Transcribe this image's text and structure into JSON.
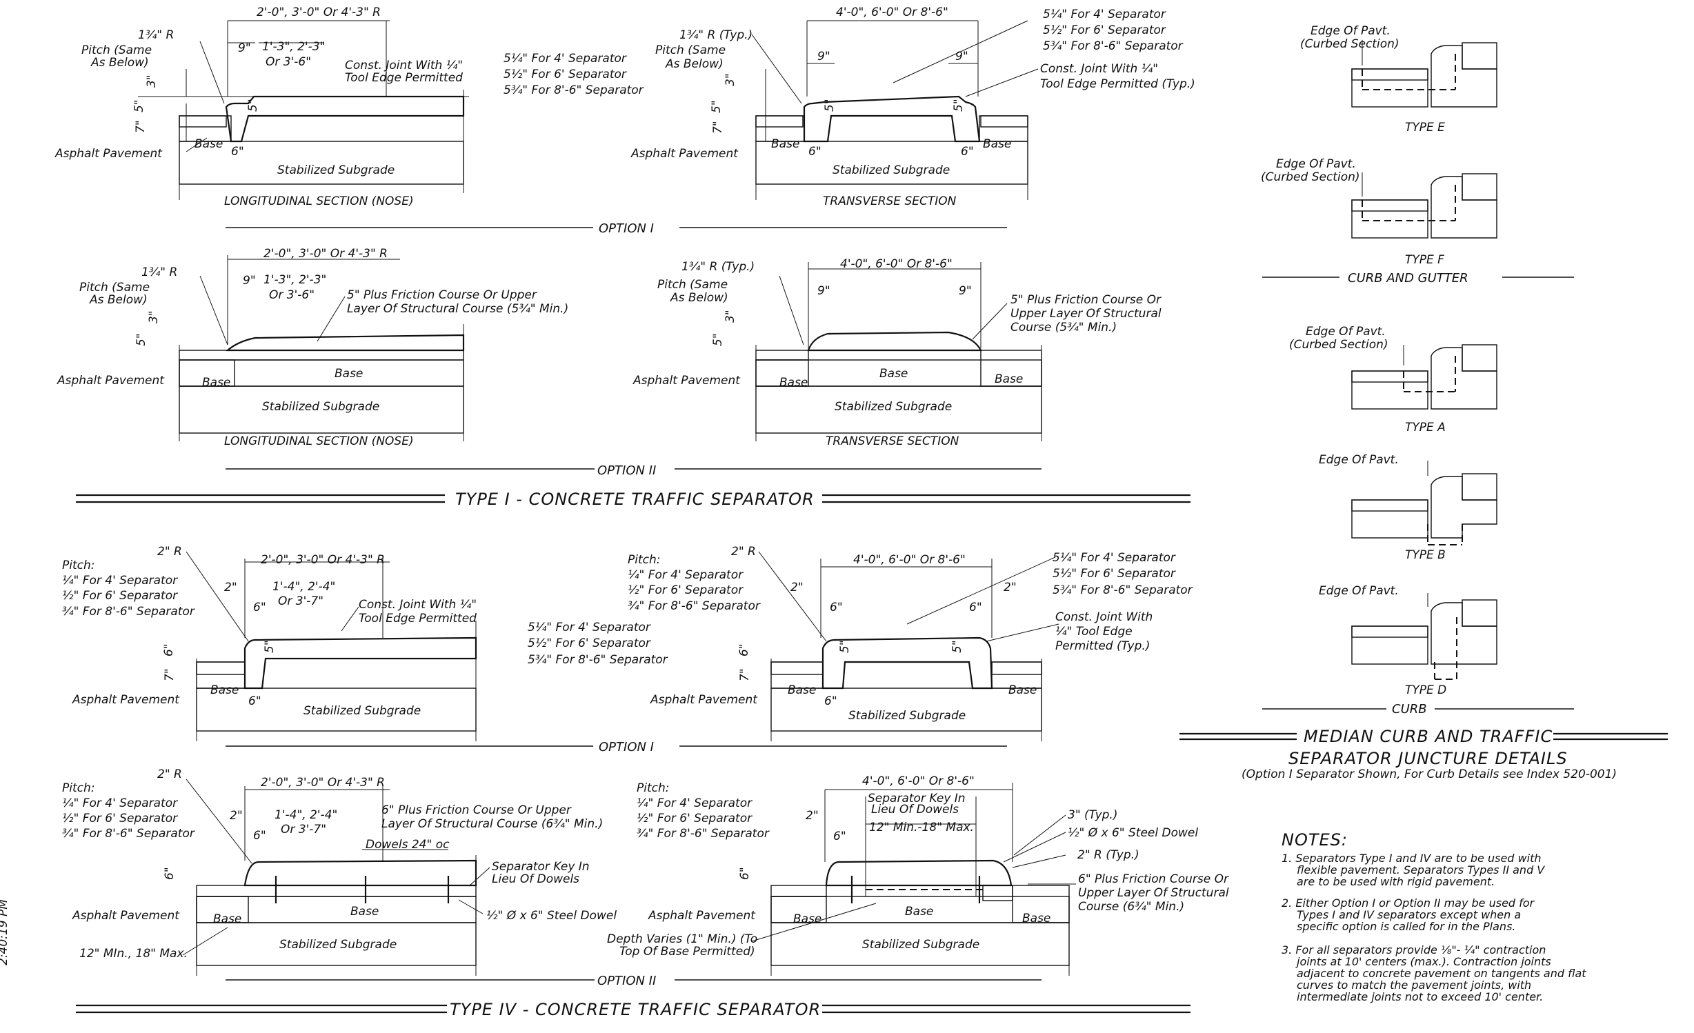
{
  "type1": {
    "opt1": {
      "long": {
        "dim_top": "2'-0\", 3'-0\" Or 4'-3\" R",
        "r": "1¾\" R",
        "pitch": "Pitch (Same",
        "pitch2": "As Below)",
        "d9": "9\"",
        "d13": "1'-3\", 2'-3\"",
        "d13b": "Or 3'-6\"",
        "joint": "Const. Joint With ¼\"",
        "joint2": "Tool Edge Permitted",
        "sep1": "5¼\" For 4' Separator",
        "sep2": "5½\" For 6' Separator",
        "sep3": "5¾\" For 8'-6\" Separator",
        "d3": "3\"",
        "d5": "5\"",
        "d7": "7\"",
        "d5v": "5\"",
        "base": "Base",
        "d6": "6\"",
        "asphalt": "Asphalt Pavement",
        "subgrade": "Stabilized Subgrade",
        "caption": "LONGITUDINAL SECTION (NOSE)"
      },
      "trans": {
        "dim_top": "4'-0\", 6'-0\" Or 8'-6\"",
        "r": "1¾\" R (Typ.)",
        "pitch": "Pitch (Same",
        "pitch2": "As Below)",
        "d9": "9\"",
        "d9b": "9\"",
        "sep1": "5¼\" For 4' Separator",
        "sep2": "5½\" For 6' Separator",
        "sep3": "5¾\" For 8'-6\" Separator",
        "joint": "Const. Joint With ¼\"",
        "joint2": "Tool Edge Permitted (Typ.)",
        "d3": "3\"",
        "d5": "5\"",
        "d7": "7\"",
        "d5v": "5\"",
        "d5v2": "5\"",
        "base": "Base",
        "base2": "Base",
        "d6": "6\"",
        "d6b": "6\"",
        "asphalt": "Asphalt Pavement",
        "subgrade": "Stabilized Subgrade",
        "caption": "TRANSVERSE SECTION"
      },
      "option": "OPTION I"
    },
    "opt2": {
      "long": {
        "dim_top": "2'-0\", 3'-0\" Or 4'-3\" R",
        "r": "1¾\" R",
        "pitch": "Pitch (Same",
        "pitch2": "As Below)",
        "d9": "9\"",
        "d13": "1'-3\", 2'-3\"",
        "d13b": "Or 3'-6\"",
        "fc": "5\" Plus Friction Course Or Upper",
        "fc2": "Layer Of Structural Course (5¾\" Min.)",
        "d3": "3\"",
        "d5": "5\"",
        "base": "Base",
        "base2": "Base",
        "asphalt": "Asphalt Pavement",
        "subgrade": "Stabilized Subgrade",
        "caption": "LONGITUDINAL SECTION (NOSE)"
      },
      "trans": {
        "dim_top": "4'-0\", 6'-0\" Or 8'-6\"",
        "r": "1¾\" R (Typ.)",
        "pitch": "Pitch (Same",
        "pitch2": "As Below)",
        "d9": "9\"",
        "d9b": "9\"",
        "fc": "5\" Plus Friction Course Or",
        "fc2": "Upper Layer Of Structural",
        "fc3": "Course (5¾\" Min.)",
        "d3": "3\"",
        "d5": "5\"",
        "base": "Base",
        "base2": "Base",
        "base3": "Base",
        "asphalt": "Asphalt Pavement",
        "subgrade": "Stabilized Subgrade",
        "caption": "TRANSVERSE SECTION"
      },
      "option": "OPTION II"
    },
    "title": "TYPE I - CONCRETE TRAFFIC SEPARATOR"
  },
  "type4": {
    "opt1": {
      "long": {
        "r": "2\" R",
        "pitch": "Pitch:",
        "p1": "¼\" For 4' Separator",
        "p2": "½\" For 6' Separator",
        "p3": "¾\" For 8'-6\" Separator",
        "dim_top": "2'-0\", 3'-0\" Or 4'-3\" R",
        "d2": "2\"",
        "d6": "6\"",
        "d14": "1'-4\", 2'-4\"",
        "d14b": "Or 3'-7\"",
        "joint": "Const. Joint With ¼\"",
        "joint2": "Tool Edge Permitted",
        "sep1": "5¼\" For 4' Separator",
        "sep2": "5½\" For 6' Separator",
        "sep3": "5¾\" For 8'-6\" Separator",
        "d6v": "6\"",
        "d7": "7\"",
        "d5v": "5\"",
        "base": "Base",
        "d6b": "6\"",
        "asphalt": "Asphalt Pavement",
        "subgrade": "Stabilized Subgrade"
      },
      "trans": {
        "r": "2\" R",
        "pitch": "Pitch:",
        "p1": "¼\" For 4' Separator",
        "p2": "½\" For 6' Separator",
        "p3": "¾\" For 8'-6\" Separator",
        "dim_top": "4'-0\", 6'-0\" Or 8'-6\"",
        "d2": "2\"",
        "d2b": "2\"",
        "d6": "6\"",
        "d6b": "6\"",
        "sep1": "5¼\" For 4' Separator",
        "sep2": "5½\" For 6' Separator",
        "sep3": "5¾\" For 8'-6\" Separator",
        "joint": "Const. Joint With",
        "joint2": "¼\" Tool Edge",
        "joint3": "Permitted (Typ.)",
        "d6v": "6\"",
        "d7": "7\"",
        "d5v": "5\"",
        "d5v2": "5\"",
        "base": "Base",
        "base2": "Base",
        "d6c": "6\"",
        "asphalt": "Asphalt Pavement",
        "subgrade": "Stabilized Subgrade"
      },
      "option": "OPTION I"
    },
    "opt2": {
      "long": {
        "r": "2\" R",
        "pitch": "Pitch:",
        "p1": "¼\" For 4' Separator",
        "p2": "½\" For 6' Separator",
        "p3": "¾\" For 8'-6\" Separator",
        "dim_top": "2'-0\", 3'-0\" Or 4'-3\" R",
        "d2": "2\"",
        "d6": "6\"",
        "d14": "1'-4\", 2'-4\"",
        "d14b": "Or 3'-7\"",
        "fc": "6\" Plus Friction Course Or Upper",
        "fc2": "Layer Of Structural Course (6¾\" Min.)",
        "dowels": "Dowels 24\" oc",
        "key": "Separator Key In",
        "key2": "Lieu Of Dowels",
        "d6v": "6\"",
        "base": "Base",
        "base2": "Base",
        "dowel": "½\" Ø x 6\" Steel Dowel",
        "asphalt": "Asphalt Pavement",
        "min": "12\" MIn., 18\" Max.",
        "subgrade": "Stabilized Subgrade"
      },
      "trans": {
        "pitch": "Pitch:",
        "p1": "¼\" For 4' Separator",
        "p2": "½\" For 6' Separator",
        "p3": "¾\" For 8'-6\" Separator",
        "dim_top": "4'-0\", 6'-0\" Or 8'-6\"",
        "key": "Separator Key In",
        "key2": "Lieu Of Dowels",
        "min": "12\" Min.-18\" Max.",
        "typ3": "3\" (Typ.)",
        "dowel": "½\" Ø x 6\" Steel Dowel",
        "r": "2\" R (Typ.)",
        "fc": "6\" Plus Friction Course Or",
        "fc2": "Upper Layer Of Structural",
        "fc3": "Course (6¾\" Min.)",
        "d2": "2\"",
        "d6": "6\"",
        "d6v": "6\"",
        "base": "Base",
        "base2": "Base",
        "base3": "Base",
        "asphalt": "Asphalt Pavement",
        "depth": "Depth Varies (1\" Min.) (To",
        "depth2": "Top Of Base Permitted)",
        "subgrade": "Stabilized Subgrade"
      },
      "option": "OPTION II"
    },
    "title": "TYPE IV - CONCRETE TRAFFIC SEPARATOR"
  },
  "juncture": {
    "typeE": {
      "edge": "Edge Of Pavt.",
      "edge2": "(Curbed Section)",
      "label": "TYPE E"
    },
    "typeF": {
      "edge": "Edge Of Pavt.",
      "edge2": "(Curbed Section)",
      "label": "TYPE F"
    },
    "curb_gutter": "CURB AND GUTTER",
    "typeA": {
      "edge": "Edge Of Pavt.",
      "edge2": "(Curbed Section)",
      "label": "TYPE A"
    },
    "typeB": {
      "edge": "Edge Of Pavt.",
      "label": "TYPE B"
    },
    "typeD": {
      "edge": "Edge Of Pavt.",
      "label": "TYPE D"
    },
    "curb": "CURB",
    "title1": "MEDIAN CURB AND TRAFFIC",
    "title2": "SEPARATOR JUNCTURE DETAILS",
    "subtitle": "(Option I Separator Shown, For Curb Details see Index 520-001)"
  },
  "notes": {
    "heading": "NOTES:",
    "n1a": "1. Separators Type I  and IV are to be used with",
    "n1b": "flexible pavement. Separators Types II and V",
    "n1c": "are to be used with rigid pavement.",
    "n2a": "2. Either Option I or Option II may be used for",
    "n2b": "Types I and IV separators except when a",
    "n2c": "specific option is called for in the Plans.",
    "n3a": "3. For all separators provide ⅛\"- ¼\" contraction",
    "n3b": "joints at 10' centers (max.). Contraction joints",
    "n3c": "adjacent to concrete pavement on tangents and flat",
    "n3d": "curves to match the pavement joints, with",
    "n3e": "intermediate joints not to exceed 10' center."
  },
  "margin_stamp": "2:40:19 PM"
}
